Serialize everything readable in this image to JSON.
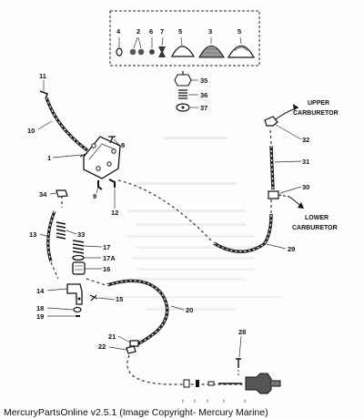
{
  "diagram": {
    "labels": {
      "l1": "1",
      "l2": "2",
      "l3": "3",
      "l4": "4",
      "l5a": "5",
      "l5b": "5",
      "l6": "6",
      "l7": "7",
      "l8": "8",
      "l9": "9",
      "l10": "10",
      "l11": "11",
      "l12": "12",
      "l13": "13",
      "l14": "14",
      "l15": "15",
      "l16": "16",
      "l17": "17",
      "l17a": "17A",
      "l18": "18",
      "l19": "19",
      "l20": "20",
      "l21": "21",
      "l22": "22",
      "l28": "28",
      "l29": "29",
      "l30": "30",
      "l31": "31",
      "l32": "32",
      "l33": "33",
      "l34": "34",
      "l35": "35",
      "l36": "36",
      "l37": "37"
    },
    "callouts": {
      "upper": [
        "UPPER",
        "CARBURETOR"
      ],
      "lower": [
        "LOWER",
        "CARBURETOR"
      ]
    },
    "footer": "MercuryPartsOnline v2.5.1 (Image Copyright- Mercury Marine)"
  }
}
